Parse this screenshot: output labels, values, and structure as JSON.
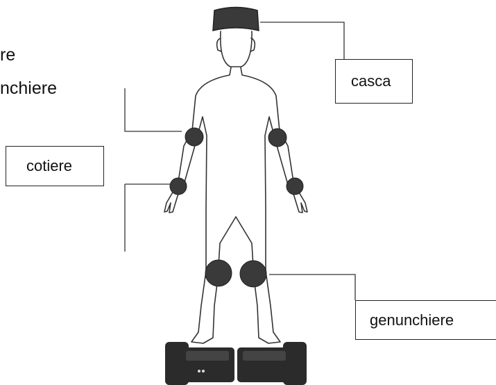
{
  "cropped_text": {
    "line1": "re",
    "line2": "nchiere"
  },
  "labels": {
    "casca": "casca",
    "cotiere": "cotiere",
    "genunchiere": "genunchiere"
  },
  "colors": {
    "line": "#333333",
    "pad": "#3a3a3a",
    "board": "#2b2b2b"
  }
}
